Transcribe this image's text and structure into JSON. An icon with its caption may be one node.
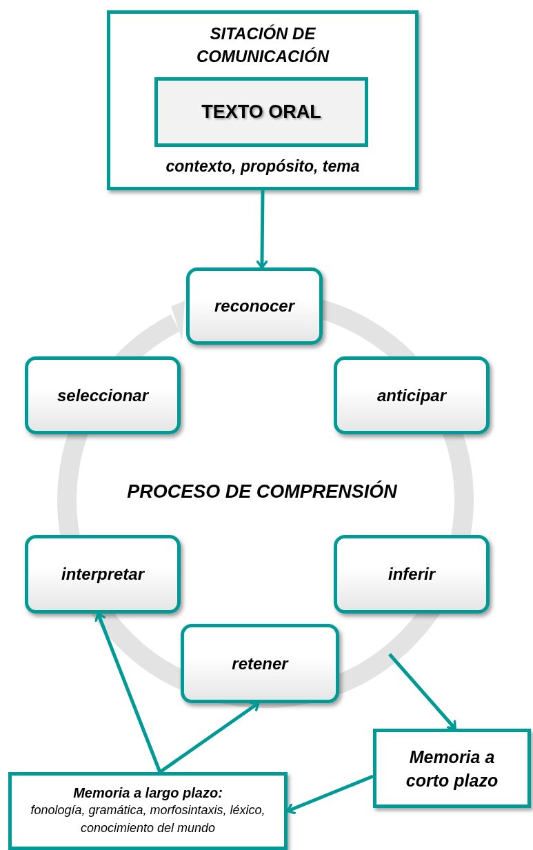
{
  "diagram": {
    "nodes": [
      {
        "text": [
          "SITACIÓN DE COMUNICACIÓN",
          "contexto, propósito, tema"
        ]
      },
      {
        "text": [
          "TEXTO ORAL"
        ],
        "in": 0
      },
      {
        "text": [
          "reconocer"
        ]
      },
      {
        "text": [
          "seleccionar"
        ]
      },
      {
        "text": [
          "anticipar"
        ]
      },
      {
        "text": [
          "interpretar"
        ]
      },
      {
        "text": [
          "inferir"
        ]
      },
      {
        "text": [
          "retener"
        ]
      },
      {
        "text": [
          "Memoria a corto plazo"
        ]
      },
      {
        "text": [
          "Memoria a largo plazo:",
          "fonología, gramática, morfosintaxis, léxico, conocimiento del mundo"
        ]
      }
    ],
    "edges": [
      {
        "from": 0,
        "to": 2,
        "arrow": "to"
      },
      {
        "from": null,
        "to": 8,
        "arrow": "to"
      },
      {
        "from": 8,
        "to": 9,
        "arrow": "to"
      },
      {
        "from": 9,
        "to": 5,
        "arrow": "to"
      },
      {
        "from": 9,
        "to": 7,
        "arrow": "to"
      }
    ],
    "labels": [
      "PROCESO DE COMPRENSIÓN"
    ]
  }
}
